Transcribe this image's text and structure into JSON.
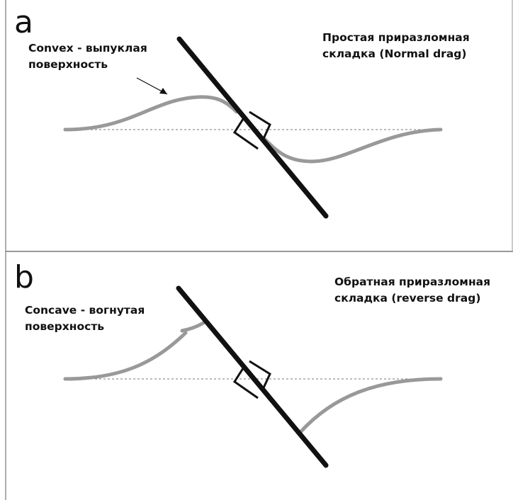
{
  "panel_a": {
    "letter": "a",
    "surface_label_line1": "Convex - выпуклая",
    "surface_label_line2": "поверхность",
    "fold_label_line1": "Простая приразломная",
    "fold_label_line2": "складка (Normal drag)"
  },
  "panel_b": {
    "letter": "b",
    "surface_label_line1": "Concave - вогнутая",
    "surface_label_line2": "поверхность",
    "fold_label_line1": "Обратная приразломная",
    "fold_label_line2": "складка (reverse drag)"
  },
  "colors": {
    "fault": "#111111",
    "bed": "#999999",
    "reference_line": "#777777",
    "panel_border": "#888888"
  }
}
